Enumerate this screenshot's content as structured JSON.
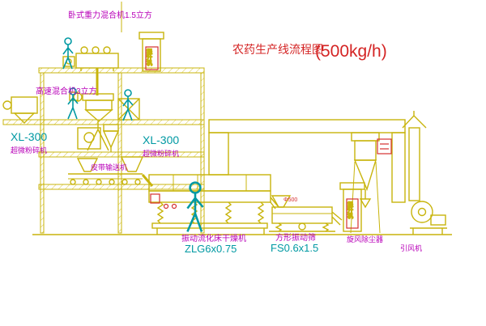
{
  "title": {
    "prefix": "农药生产线流程图",
    "capacity": "(500kg/h)"
  },
  "equipment_labels": {
    "horizontal_mixer": "卧式重力混合机1.5立方",
    "high_speed_mixer": "高速混合机3立方",
    "left_mill_model": "XL-300",
    "left_mill_name": "超微粉碎机",
    "center_mill_model": "XL-300",
    "center_mill_name": "超微粉碎机",
    "belt_conveyor": "皮带输送机",
    "fluid_bed_dryer": "振动流化床干燥机",
    "fluid_bed_dryer_model": "ZLG6x0.75",
    "vibrating_screen": "方形振动筛",
    "vibrating_screen_model": "FS0.6x1.5",
    "cyclone_collector": "旋风除尘器",
    "induced_draft_fan": "引风机",
    "bucket_elevator_top": "提升机",
    "bucket_elevator_right": "提升机",
    "hopper_size": "Φ500"
  },
  "colors": {
    "line_yellow": "#c8b40c",
    "figure_cyan": "#0099a3",
    "label_magenta": "#b800b8",
    "title_red": "#d42424",
    "background": "#ffffff"
  }
}
